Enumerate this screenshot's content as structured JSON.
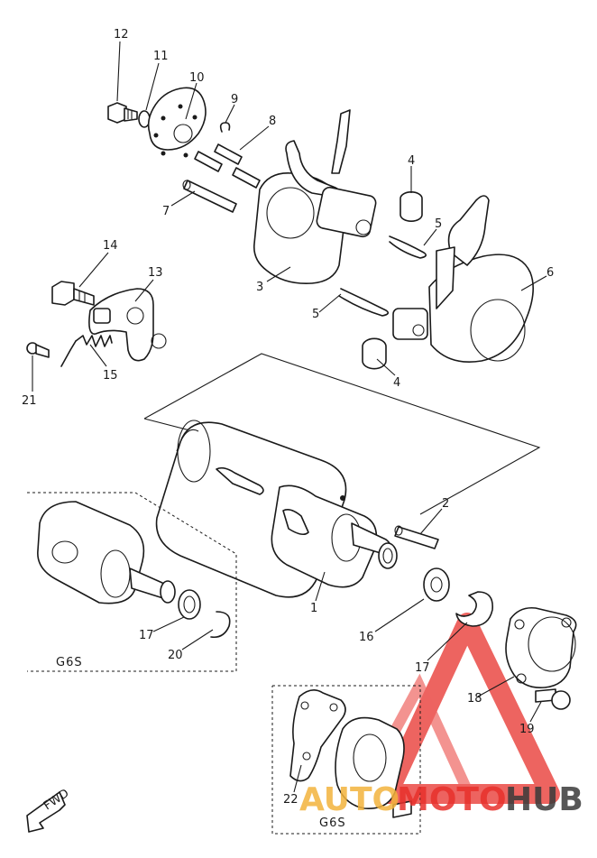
{
  "diagram": {
    "callouts": {
      "c1": "1",
      "c2": "2",
      "c3": "3",
      "c4a": "4",
      "c4b": "4",
      "c5a": "5",
      "c5b": "5",
      "c6": "6",
      "c7": "7",
      "c8": "8",
      "c9": "9",
      "c10": "10",
      "c11": "11",
      "c12": "12",
      "c13": "13",
      "c14": "14",
      "c15": "15",
      "c16": "16",
      "c17a": "17",
      "c17b": "17",
      "c18": "18",
      "c19": "19",
      "c20": "20",
      "c21": "21",
      "c22": "22"
    },
    "variant_labels": {
      "left": "G6S",
      "bottom": "G6S"
    },
    "fwd_label": "FWD"
  },
  "watermark": {
    "text_left": "AUTO",
    "text_mid": "MOTO",
    "text_right": "HUB",
    "colors": {
      "red": "#e8312c",
      "orange": "#f3b33d",
      "dark": "#3a3a3a"
    }
  }
}
